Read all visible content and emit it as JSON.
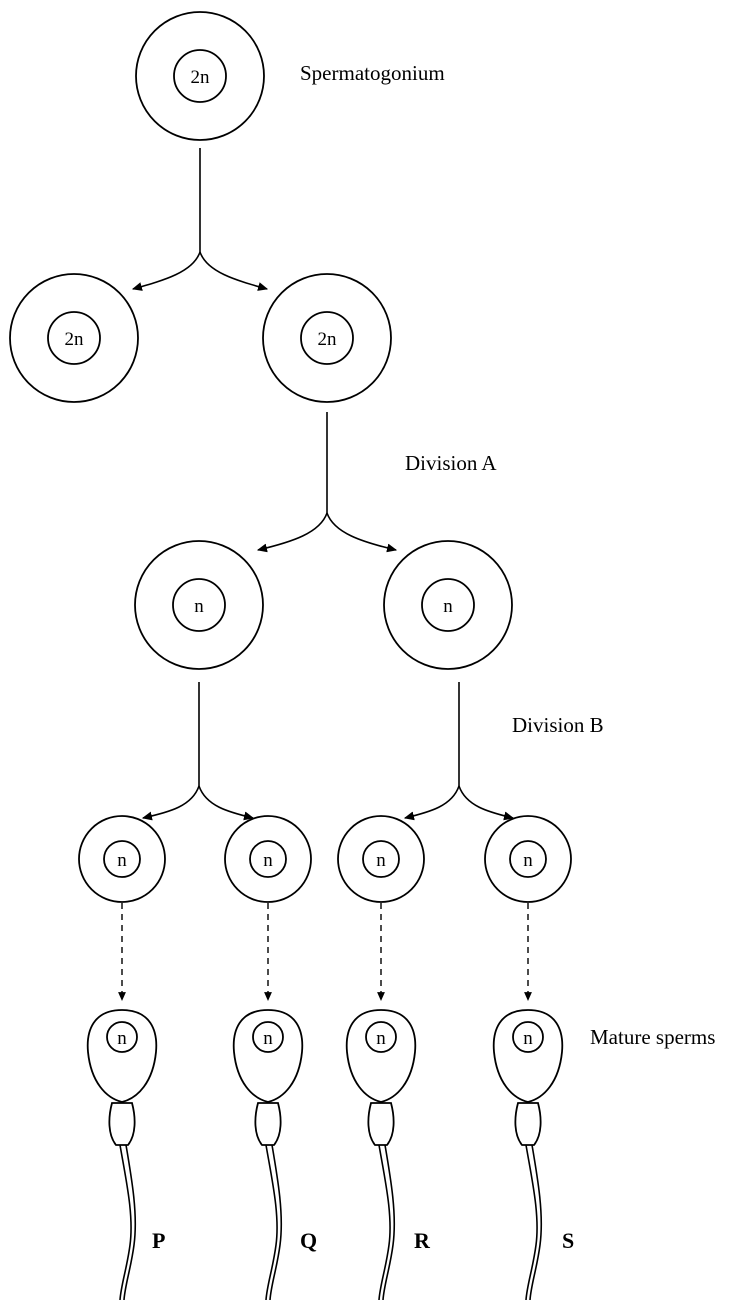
{
  "labels": {
    "spermatogonium": "Spermatogonium",
    "division_a": "Division A",
    "division_b": "Division B",
    "mature_sperms": "Mature sperms"
  },
  "cells": {
    "spermatogonium": "2n",
    "gen2_left": "2n",
    "gen2_right": "2n",
    "gen3_left": "n",
    "gen3_right": "n",
    "gen4": [
      "n",
      "n",
      "n",
      "n"
    ]
  },
  "sperms": [
    {
      "ploidy": "n",
      "letter": "P"
    },
    {
      "ploidy": "n",
      "letter": "Q"
    },
    {
      "ploidy": "n",
      "letter": "R"
    },
    {
      "ploidy": "n",
      "letter": "S"
    }
  ]
}
